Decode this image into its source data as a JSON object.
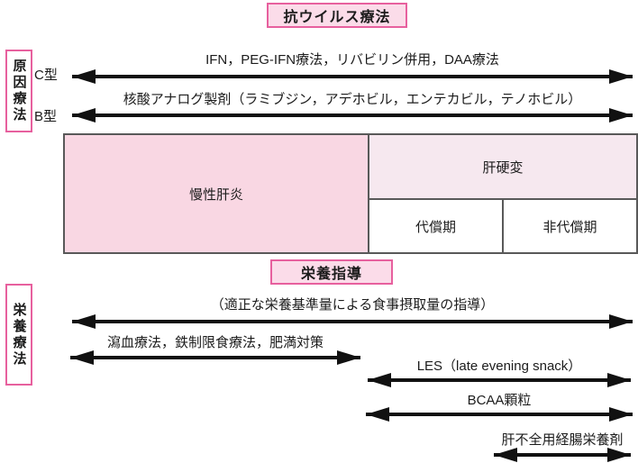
{
  "diagram": {
    "antiviral": {
      "title": "抗ウイルス療法",
      "side_label": "原因療法",
      "row_c": {
        "type": "C型",
        "label": "IFN，PEG-IFN療法，リバビリン併用，DAA療法"
      },
      "row_b": {
        "type": "B型",
        "label": "核酸アナログ製剤（ラミブジン，アデホビル，エンテカビル，テノホビル）"
      }
    },
    "stages": {
      "chronic_hepatitis": "慢性肝炎",
      "cirrhosis": "肝硬変",
      "compensated": "代償期",
      "decompensated": "非代償期"
    },
    "nutrition": {
      "title": "栄養指導",
      "side_label": "栄養療法",
      "arrow_guidance": "（適正な栄養基準量による食事摂取量の指導）",
      "arrow_phlebotomy": "瀉血療法，鉄制限食療法，肥満対策",
      "arrow_les": "LES（late evening snack）",
      "arrow_bcaa": "BCAA顆粒",
      "arrow_enteral": "肝不全用経腸栄養剤"
    },
    "colors": {
      "accent_pink": "#e7609e",
      "title_box_fill": "#fbdce9",
      "chronic_cell_fill": "#f9d7e3",
      "cirrhosis_cell_fill": "#f6e8ef",
      "table_border": "#595959",
      "arrow_color": "#111111"
    }
  }
}
